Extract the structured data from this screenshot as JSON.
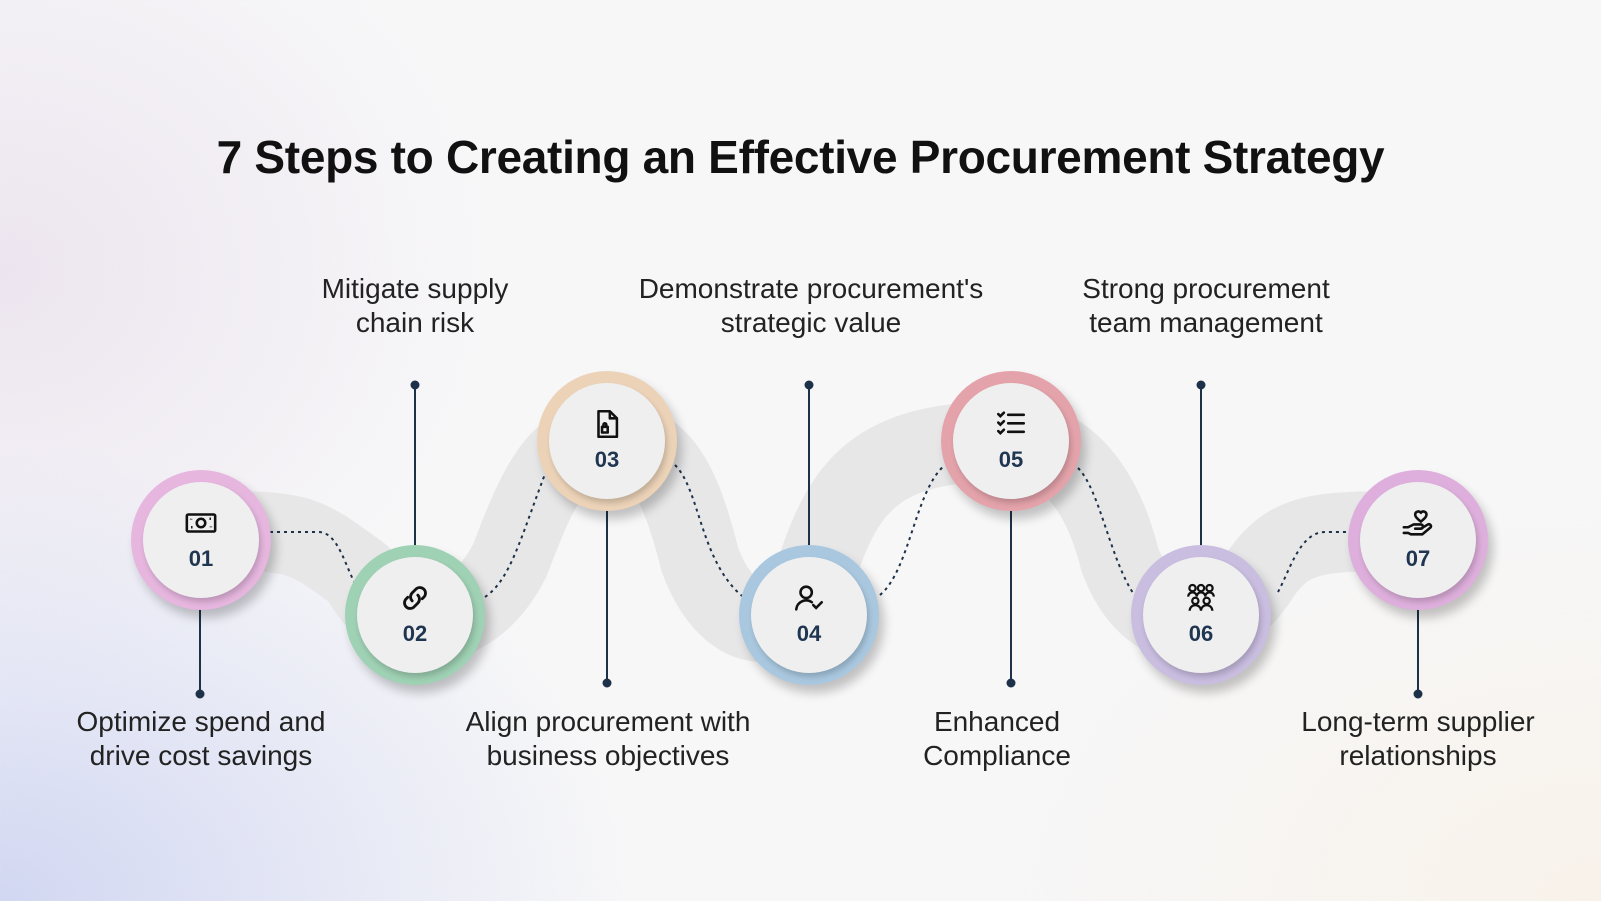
{
  "title": "7 Steps to Creating an Effective Procurement Strategy",
  "colors": {
    "connector": "#1d3148",
    "road": "#e7e7e8",
    "text": "#222222",
    "number": "#1f3550"
  },
  "steps": [
    {
      "number": "01",
      "label": "Optimize spend and\ndrive cost savings",
      "icon": "money-bill-icon",
      "color": "#e6b6df"
    },
    {
      "number": "02",
      "label": "Mitigate supply\nchain risk",
      "icon": "link-icon",
      "color": "#9fd1b4"
    },
    {
      "number": "03",
      "label": "Align procurement with\nbusiness objectives",
      "icon": "document-icon",
      "color": "#ecd3b8"
    },
    {
      "number": "04",
      "label": "Demonstrate procurement's\nstrategic value",
      "icon": "user-check-icon",
      "color": "#a9c8e0"
    },
    {
      "number": "05",
      "label": "Enhanced\nCompliance",
      "icon": "checklist-icon",
      "color": "#e4a3aa"
    },
    {
      "number": "06",
      "label": "Strong procurement\nteam management",
      "icon": "team-icon",
      "color": "#c9bde0"
    },
    {
      "number": "07",
      "label": "Long-term supplier\nrelationships",
      "icon": "hand-heart-icon",
      "color": "#deafdc"
    }
  ]
}
